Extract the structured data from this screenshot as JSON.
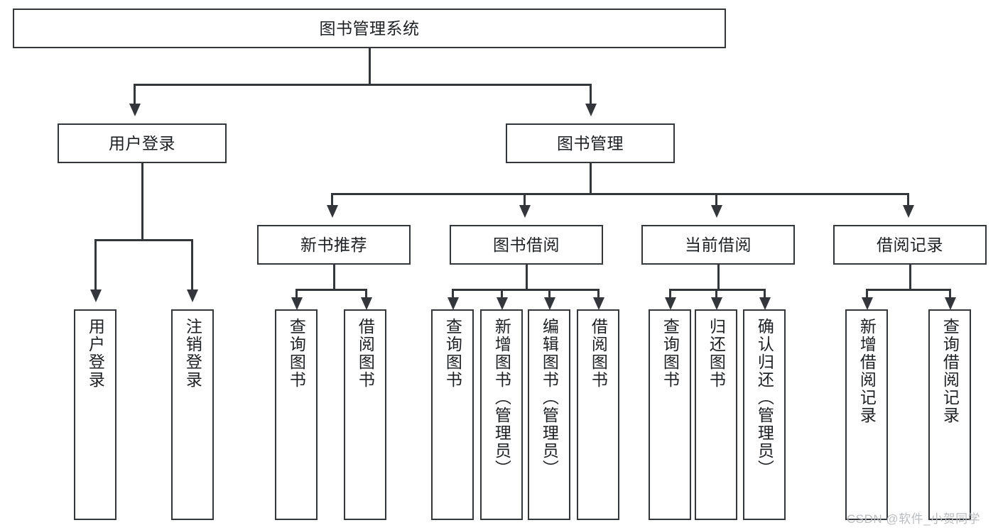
{
  "diagram": {
    "title": "图书管理系统",
    "type": "hierarchy-tree",
    "root": {
      "label": "图书管理系统"
    },
    "level1": [
      {
        "label": "用户登录"
      },
      {
        "label": "图书管理"
      }
    ],
    "level2": [
      {
        "label": "新书推荐"
      },
      {
        "label": "图书借阅"
      },
      {
        "label": "当前借阅"
      },
      {
        "label": "借阅记录"
      }
    ],
    "leaves": {
      "user_login": [
        {
          "label": "用户登录"
        },
        {
          "label": "注销登录"
        }
      ],
      "new_book_recommend": [
        {
          "label": "查询图书"
        },
        {
          "label": "借阅图书"
        }
      ],
      "book_borrow": [
        {
          "label": "查询图书"
        },
        {
          "label": "新增图书（管理员）"
        },
        {
          "label": "编辑图书（管理员）"
        },
        {
          "label": "借阅图书"
        }
      ],
      "current_borrow": [
        {
          "label": "查询图书"
        },
        {
          "label": "归还图书"
        },
        {
          "label": "确认归还（管理员）"
        }
      ],
      "borrow_record": [
        {
          "label": "新增借阅记录"
        },
        {
          "label": "查询借阅记录"
        }
      ]
    }
  },
  "watermark": {
    "text": "CSDN @软件_小贺同学"
  },
  "colors": {
    "stroke": "#33373b",
    "text": "#1d2023",
    "background": "#ffffff",
    "watermark": "#b9bcc0"
  }
}
